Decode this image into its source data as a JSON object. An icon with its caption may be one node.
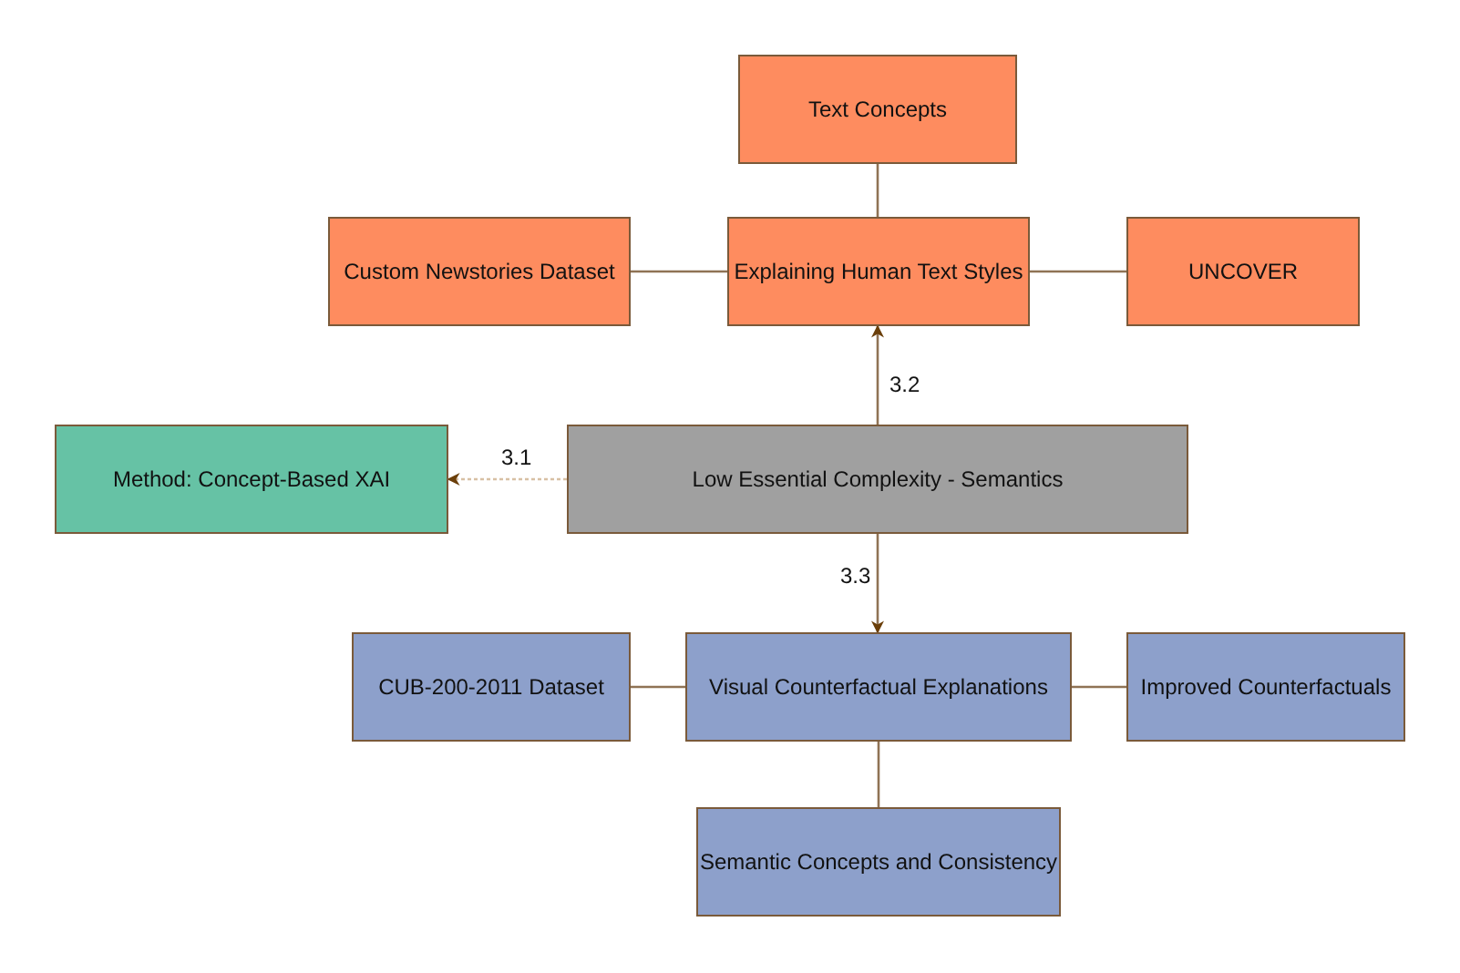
{
  "diagram": {
    "nodes": [
      {
        "text": [
          "Text Concepts"
        ]
      },
      {
        "text": [
          "Custom Newstories Dataset"
        ]
      },
      {
        "text": [
          "Explaining Human Text Styles"
        ]
      },
      {
        "text": [
          "UNCOVER"
        ]
      },
      {
        "text": [
          "Method: Concept-Based XAI"
        ]
      },
      {
        "text": [
          "Low Essential Complexity - Semantics"
        ]
      },
      {
        "text": [
          "CUB-200-2011 Dataset"
        ]
      },
      {
        "text": [
          "Visual Counterfactual Explanations"
        ]
      },
      {
        "text": [
          "Improved Counterfactuals"
        ]
      },
      {
        "text": [
          "Semantic Concepts and Consistency"
        ]
      }
    ],
    "edges": [
      {
        "from": 0,
        "to": 2,
        "arrow": "none"
      },
      {
        "from": 1,
        "to": 2,
        "arrow": "none"
      },
      {
        "from": 2,
        "to": 3,
        "arrow": "none"
      },
      {
        "from": 5,
        "to": 4,
        "arrow": "to",
        "label": "3.1",
        "style": "dashed",
        "color": "#d8c0a4"
      },
      {
        "from": 5,
        "to": 2,
        "arrow": "to",
        "label": "3.2"
      },
      {
        "from": 5,
        "to": 7,
        "arrow": "to",
        "label": "3.3"
      },
      {
        "from": 6,
        "to": 7,
        "arrow": "none"
      },
      {
        "from": 7,
        "to": 8,
        "arrow": "none"
      },
      {
        "from": 7,
        "to": 9,
        "arrow": "none"
      }
    ]
  }
}
